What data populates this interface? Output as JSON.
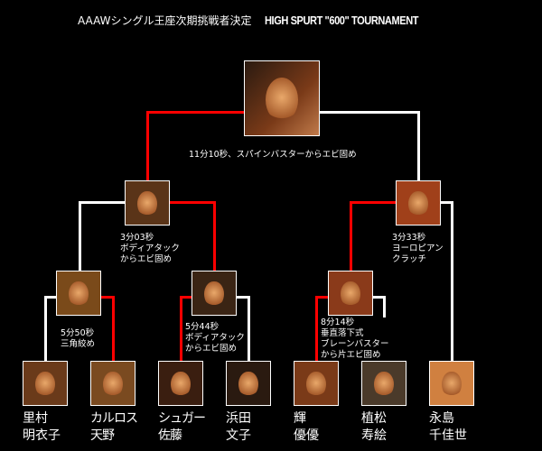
{
  "header": {
    "title_jp": "AAAWシングル王座次期挑戦者決定",
    "title_en": "HIGH SPURT \"600\" TOURNAMENT"
  },
  "colors": {
    "winner_line": "#ff0000",
    "loser_line": "#ffffff",
    "background": "#000000"
  },
  "results": {
    "final": "11分10秒、スパインバスターからエビ固め",
    "semi_left": "3分03秒\nボディアタック\nからエビ固め",
    "semi_right": "3分33秒\nヨーロピアン\nクラッチ",
    "qf1": "5分50秒\n三角絞め",
    "qf2": "5分44秒\nボディアタック\nからエビ固め",
    "qf3": "8分14秒\n垂直落下式\nブレーンバスター\nから片エビ固め"
  },
  "entrants": [
    {
      "name": "里村\n明衣子"
    },
    {
      "name": "カルロス\n天野"
    },
    {
      "name": "シュガー\n佐藤"
    },
    {
      "name": "浜田\n文子"
    },
    {
      "name": "輝\n優優"
    },
    {
      "name": "植松\n寿絵"
    },
    {
      "name": "永島\n千佳世"
    }
  ]
}
